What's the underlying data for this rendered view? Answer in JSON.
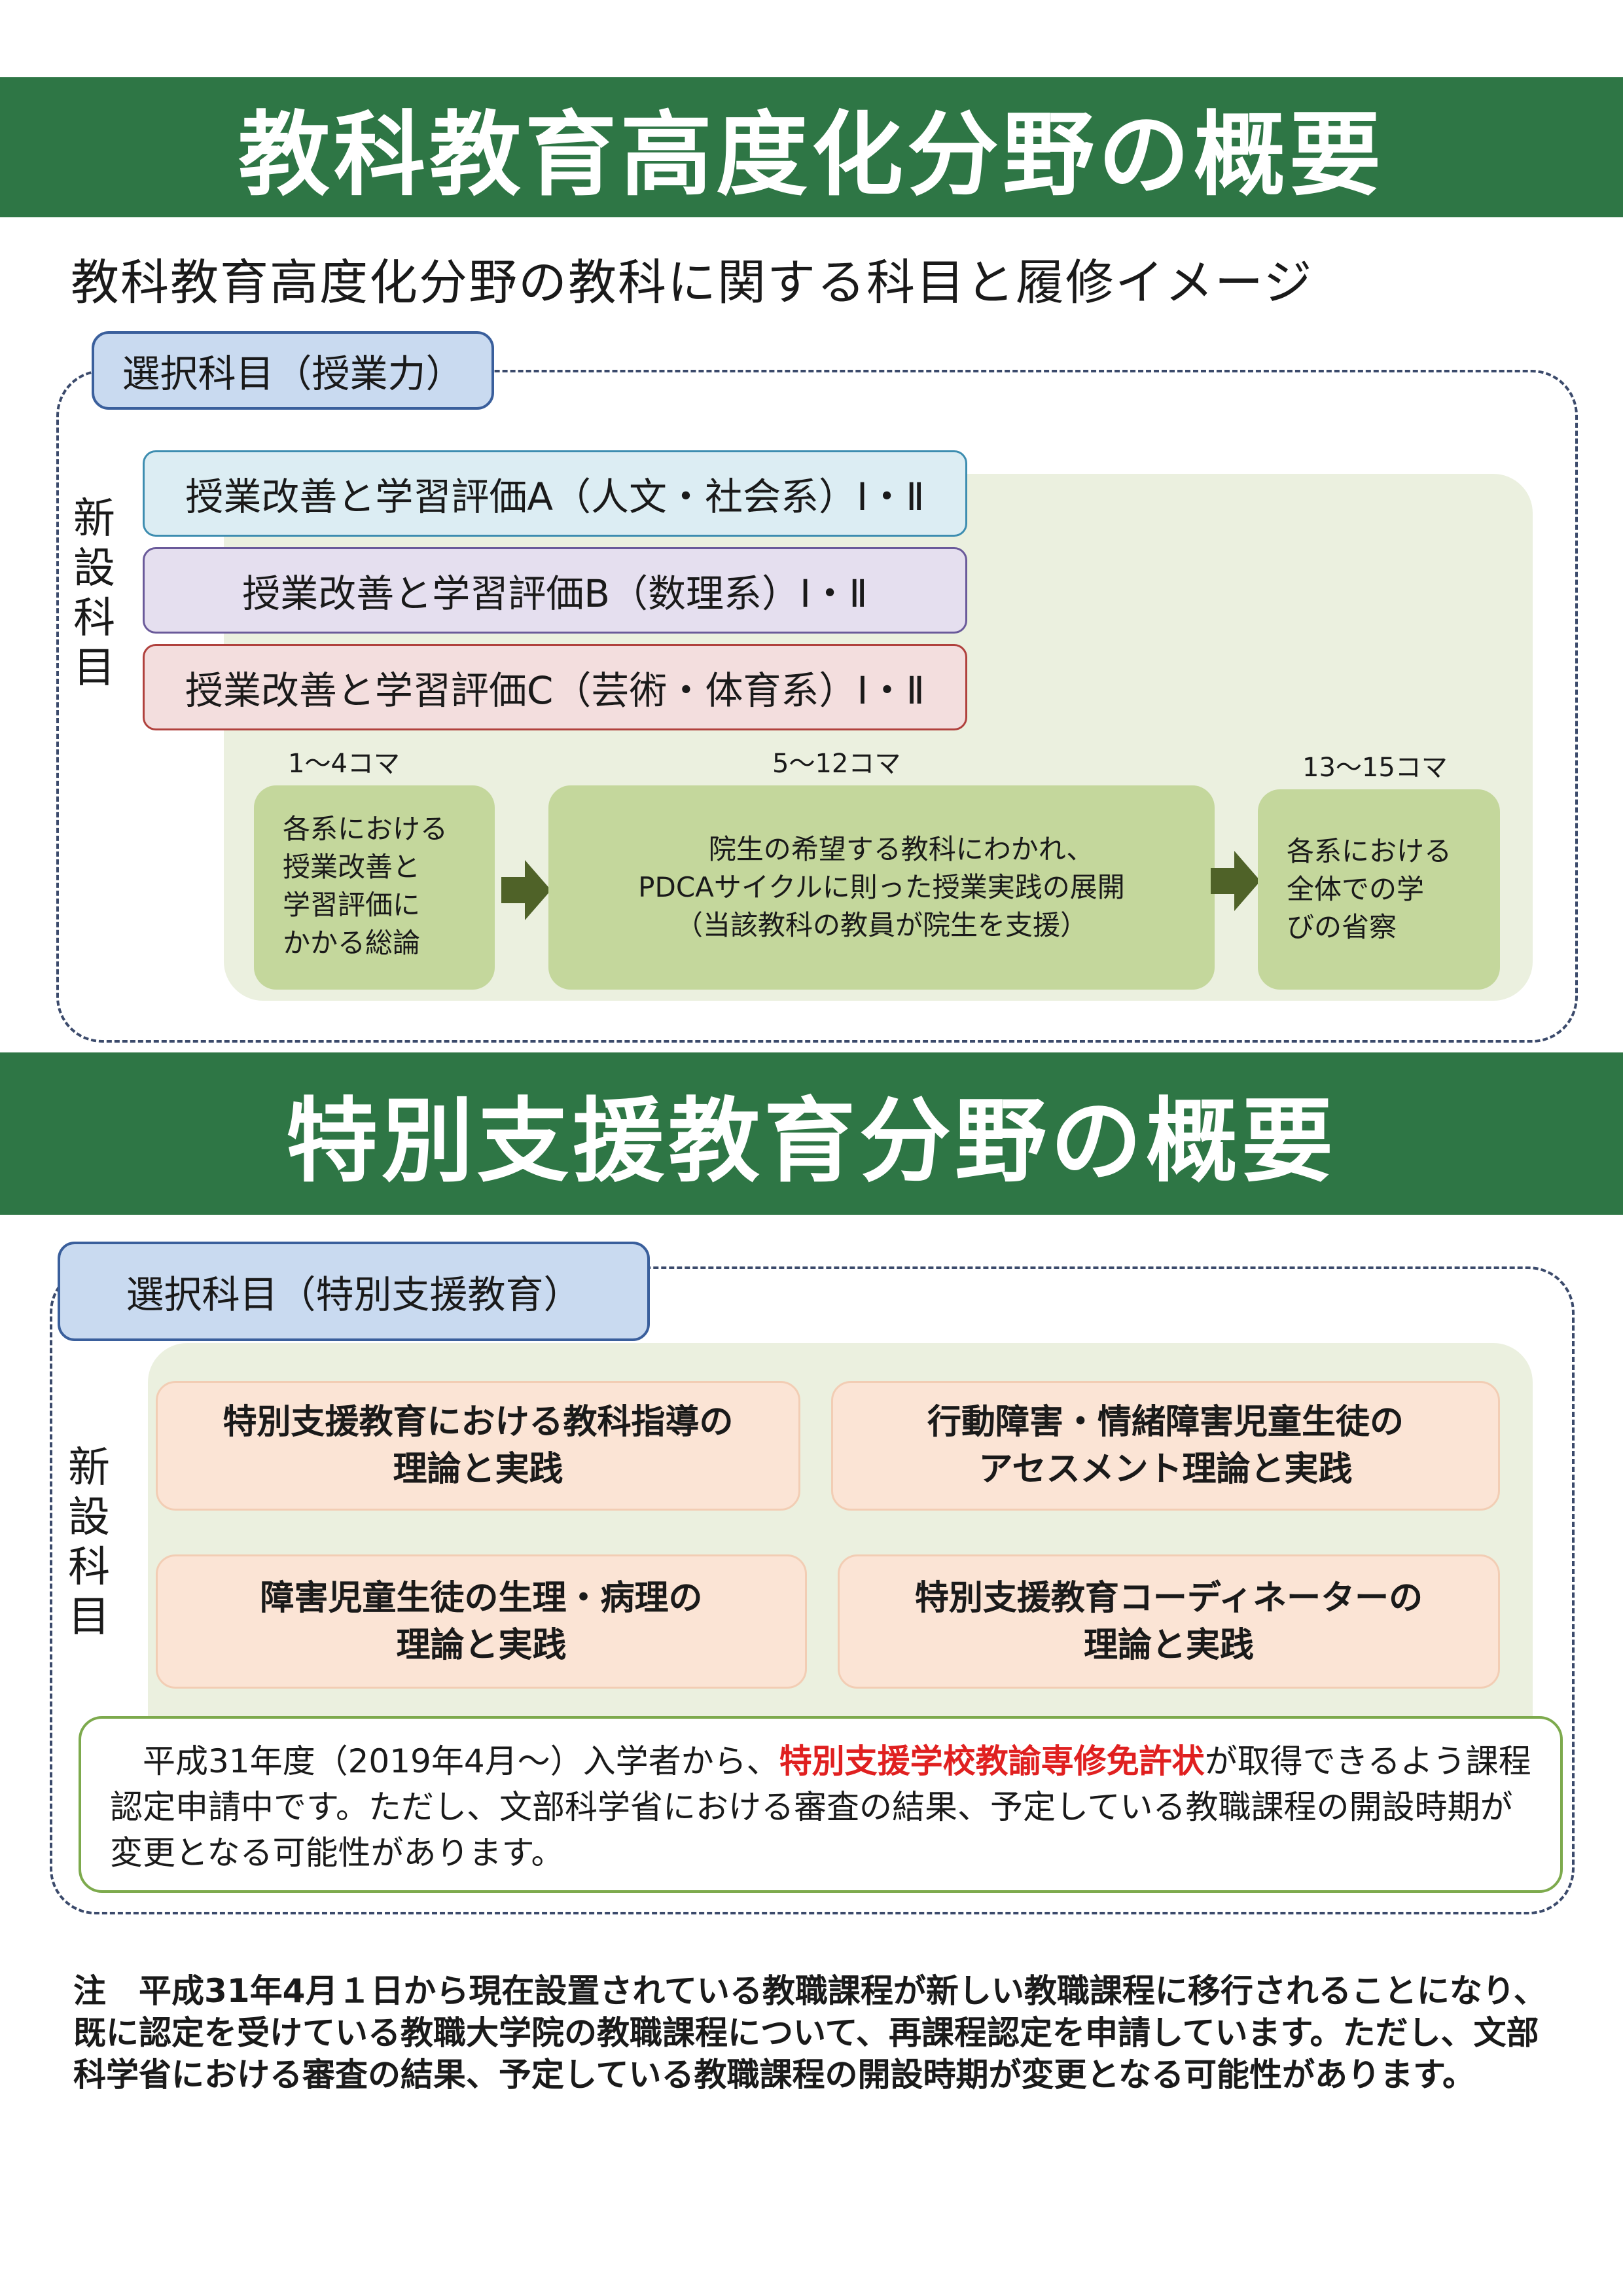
{
  "section1": {
    "title": "教科教育高度化分野の概要",
    "subtitle": "教科教育高度化分野の教科に関する科目と履修イメージ",
    "tab_label": "選択科目（授業力）",
    "vertical_label": [
      "新",
      "設",
      "科",
      "目"
    ],
    "subjects": [
      "授業改善と学習評価A（人文・社会系）Ⅰ・Ⅱ",
      "授業改善と学習評価B（数理系）Ⅰ・Ⅱ",
      "授業改善と学習評価C（芸術・体育系）Ⅰ・Ⅱ"
    ],
    "stages": [
      {
        "koma": "1～4コマ",
        "lines": [
          "各系における",
          "授業改善と",
          "学習評価に",
          "かかる総論"
        ]
      },
      {
        "koma": "5～12コマ",
        "lines": [
          "院生の希望する教科にわかれ、",
          "PDCAサイクルに則った授業実践の展開",
          "（当該教科の教員が院生を支援）"
        ]
      },
      {
        "koma": "13～15コマ",
        "lines": [
          "各系における",
          "全体での学",
          "びの省察"
        ]
      }
    ]
  },
  "section2": {
    "title": "特別支援教育分野の概要",
    "tab_label": "選択科目（特別支援教育）",
    "vertical_label": [
      "新",
      "設",
      "科",
      "目"
    ],
    "subjects": [
      [
        "特別支援教育における教科指導の",
        "理論と実践"
      ],
      [
        "行動障害・情緒障害児童生徒の",
        "アセスメント理論と実践"
      ],
      [
        "障害児童生徒の生理・病理の",
        "理論と実践"
      ],
      [
        "特別支援教育コーディネーターの",
        "理論と実践"
      ]
    ],
    "notice": {
      "before": "　平成31年度（2019年4月～）入学者から、",
      "highlight": "特別支援学校教諭専修免許状",
      "after": "が取得できるよう課程認定申請中です。ただし、文部科学省における審査の結果、予定している教職課程の開設時期が変更となる可能性があります。",
      "highlight_color": "#e02020"
    }
  },
  "footnote": "注　平成31年4月１日から現在設置されている教職課程が新しい教職課程に移行されることになり、既に認定を受けている教職大学院の教職課程について、再課程認定を申請しています。ただし、文部科学省における審査の結果、予定している教職課程の開設時期が変更となる可能性があります。",
  "colors": {
    "banner": "#2e7645",
    "tab": "#c9daf0",
    "panel": "#ebf0df",
    "step": "#c4d79c",
    "subject_box": "#fbe4d5",
    "arrow": "#4f6228"
  }
}
